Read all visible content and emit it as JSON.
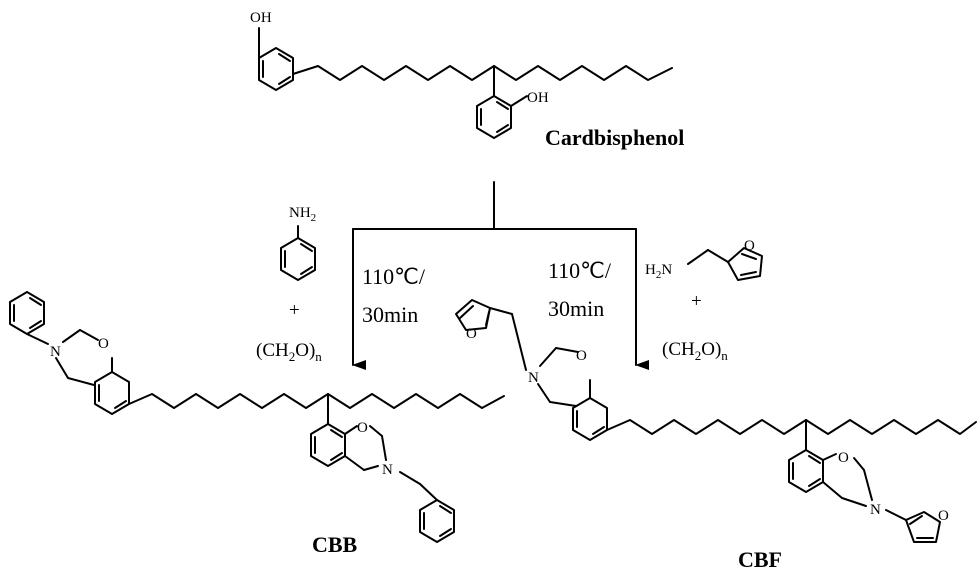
{
  "labels": {
    "oh_top": "OH",
    "oh_ring": "OH",
    "reactant": "Cardbisphenol",
    "aniline_nh2": "NH",
    "sub2": "2",
    "plus": "+",
    "paraform_left": "(CH",
    "paraform_2": "2",
    "paraform_o": "O)",
    "paraform_n": "n",
    "furfurylamine_h2n": "H",
    "furfurylamine_n": "N",
    "cond_temp": "110℃/",
    "cond_time": "30min",
    "atom_n": "N",
    "atom_o": "O",
    "product_left": "CBB",
    "product_right": "CBF"
  }
}
